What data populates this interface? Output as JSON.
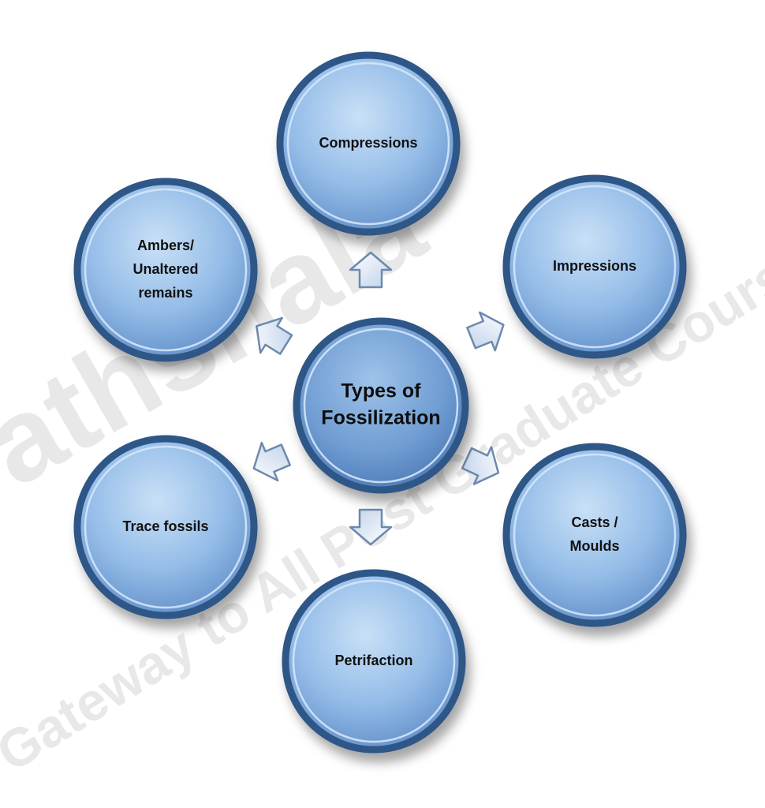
{
  "center": {
    "lines": [
      "Types of",
      "Fossilization"
    ]
  },
  "nodes": [
    {
      "id": "compressions",
      "lines": [
        "Compressions"
      ]
    },
    {
      "id": "impressions",
      "lines": [
        "Impressions"
      ]
    },
    {
      "id": "casts-moulds",
      "lines": [
        "Casts /",
        "Moulds"
      ]
    },
    {
      "id": "petrifaction",
      "lines": [
        "Petrifaction"
      ]
    },
    {
      "id": "trace-fossils",
      "lines": [
        "Trace fossils"
      ]
    },
    {
      "id": "ambers-unaltered-remains",
      "lines": [
        "Ambers/",
        "Unaltered",
        "remains"
      ]
    }
  ],
  "watermark": {
    "brand": "athshala",
    "tagline": "Gateway to All Post Graduate Courses"
  },
  "colors": {
    "fill_light": "#b8d4f2",
    "fill_mid": "#87b2e2",
    "fill_dark": "#5b8ac6",
    "ring": "#2e5687",
    "center_fill": "#6e9bd1",
    "arrow_fill": "#dde8f6",
    "arrow_stroke": "#6d89ad"
  }
}
